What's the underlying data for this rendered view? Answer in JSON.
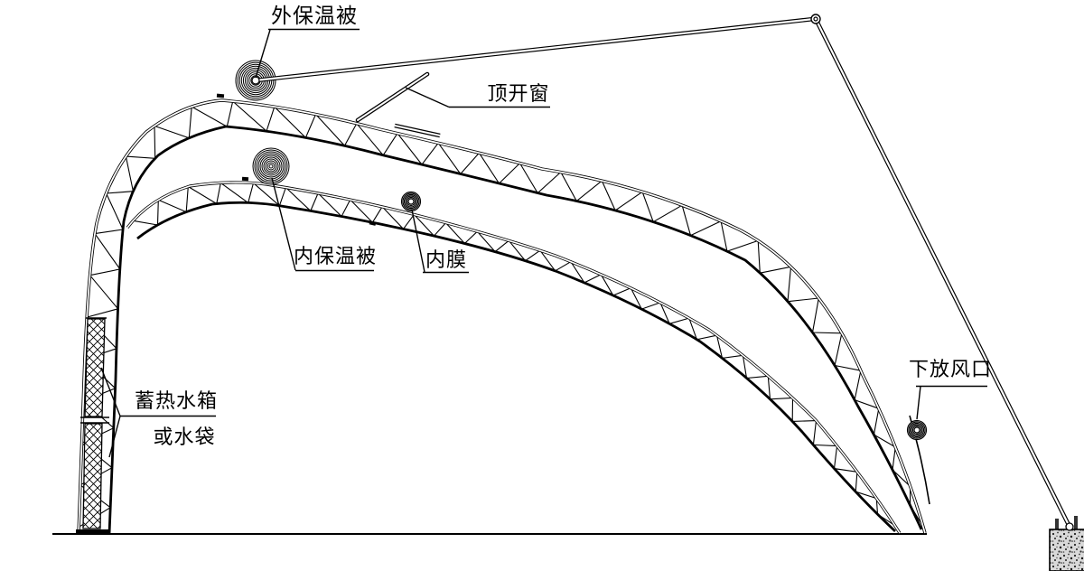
{
  "diagram": {
    "title": "solar-greenhouse-cross-section",
    "background": "#ffffff",
    "line_color": "#000000",
    "labels": {
      "outer_insulation_quilt": "外保温被",
      "top_vent_window": "顶开窗",
      "inner_insulation_quilt": "内保温被",
      "inner_film": "内膜",
      "lower_vent": "下放风口",
      "heat_storage_tank_line1": "蓄热水箱",
      "heat_storage_tank_line2": "或水袋"
    }
  }
}
